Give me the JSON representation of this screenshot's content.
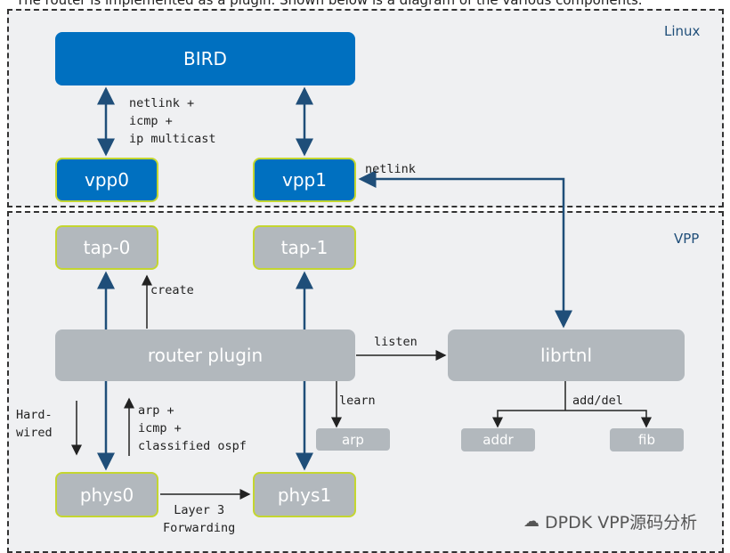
{
  "caption": "The router is implemented as a plugin. Shown below is a diagram of the various components.",
  "zones": {
    "linux": "Linux",
    "vpp": "VPP"
  },
  "boxes": {
    "bird": "BIRD",
    "vpp0": "vpp0",
    "vpp1": "vpp1",
    "tap0": "tap-0",
    "tap1": "tap-1",
    "router_plugin": "router plugin",
    "librtnl": "librtnl",
    "arp": "arp",
    "addr": "addr",
    "fib": "fib",
    "phys0": "phys0",
    "phys1": "phys1"
  },
  "labels": {
    "bird_link": "netlink +\nicmp +\nip multicast",
    "netlink": "netlink",
    "create": "create",
    "listen": "listen",
    "learn": "learn",
    "add_del": "add/del",
    "hard_wired": "Hard-\nwired",
    "punt": "arp +\nicmp +\nclassified ospf",
    "l3": "Layer 3\nForwarding"
  },
  "watermark": "DPDK VPP源码分析",
  "colors": {
    "blue": "#0070c0",
    "gray": "#b2b8bd",
    "border": "#c4d630",
    "arrow": "#1f4e79"
  }
}
